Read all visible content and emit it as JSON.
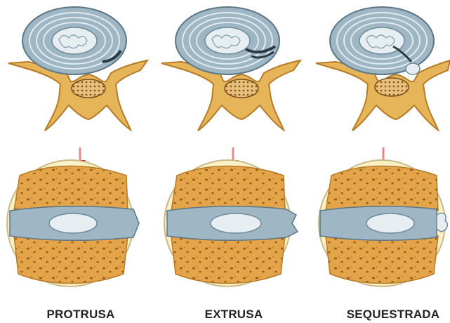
{
  "colors": {
    "annulus": "#9fb6c4",
    "annulus_ring": "#6f8a99",
    "nucleus": "#e7eef2",
    "bone": "#e3a44a",
    "bone_dark": "#b77a26",
    "vertebra_gold": "#e6b55a",
    "arrow": "#d8262e",
    "circle_bg": "#fbf1c4"
  },
  "panels": [
    {
      "label": "PROTRUSA",
      "stage": "protrusion"
    },
    {
      "label": "EXTRUSA",
      "stage": "extrusion"
    },
    {
      "label": "SEQUESTRADA",
      "stage": "sequestration"
    }
  ]
}
